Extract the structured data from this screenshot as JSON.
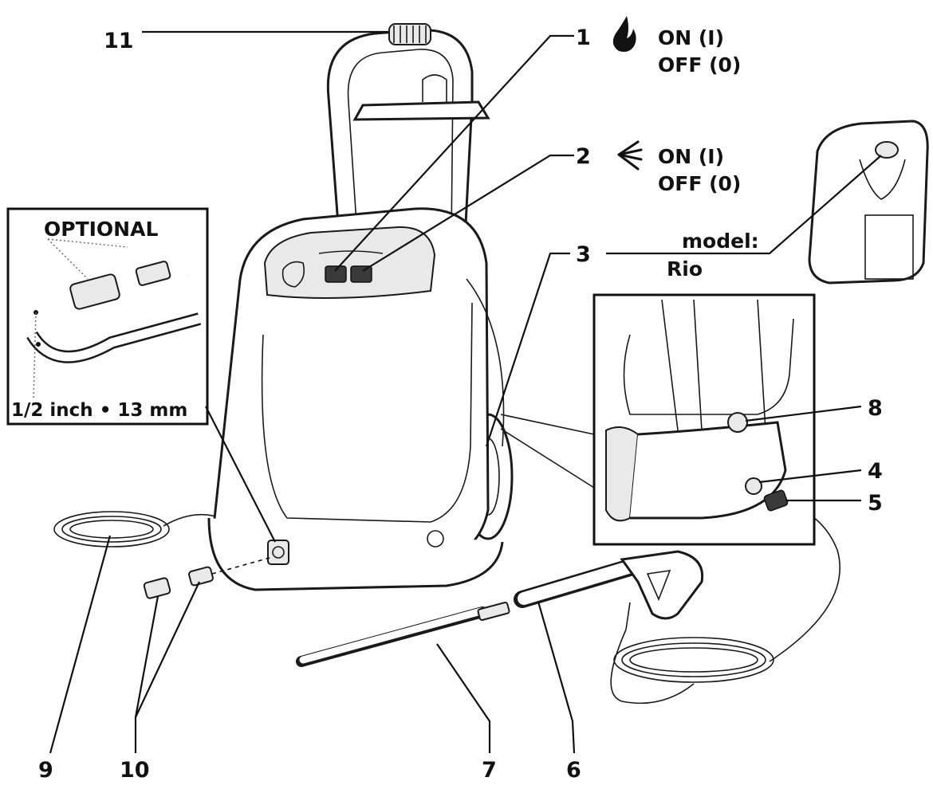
{
  "callouts": {
    "c1": "1",
    "c2": "2",
    "c3": "3",
    "c4": "4",
    "c5": "5",
    "c6": "6",
    "c7": "7",
    "c8": "8",
    "c9": "9",
    "c10": "10",
    "c11": "11"
  },
  "switches": {
    "burner": {
      "icon": "flame-icon",
      "on": "ON (I)",
      "off": "OFF (0)"
    },
    "pump": {
      "icon": "spray-icon",
      "on": "ON (I)",
      "off": "OFF (0)"
    }
  },
  "model": {
    "label": "model:",
    "name": "Rio"
  },
  "optional_inset": {
    "title": "OPTIONAL",
    "hose_size": "1/2 inch • 13 mm"
  },
  "colors": {
    "line": "#1a1a1a",
    "shade": "#e9e9e9",
    "background": "#ffffff"
  }
}
